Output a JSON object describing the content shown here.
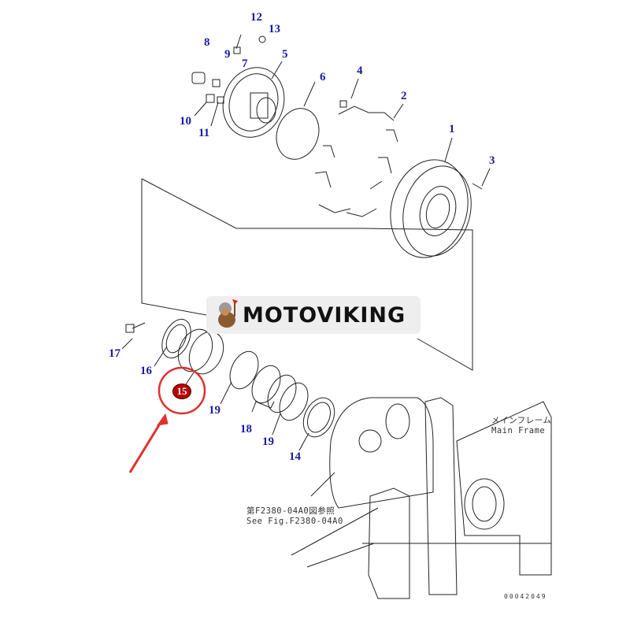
{
  "diagram": {
    "part_labels": [
      {
        "id": "12",
        "text": "12"
      },
      {
        "id": "13",
        "text": "13"
      },
      {
        "id": "8",
        "text": "8"
      },
      {
        "id": "9",
        "text": "9"
      },
      {
        "id": "7",
        "text": "7"
      },
      {
        "id": "5",
        "text": "5"
      },
      {
        "id": "6",
        "text": "6"
      },
      {
        "id": "4",
        "text": "4"
      },
      {
        "id": "2",
        "text": "2"
      },
      {
        "id": "1",
        "text": "1"
      },
      {
        "id": "3",
        "text": "3"
      },
      {
        "id": "10",
        "text": "10"
      },
      {
        "id": "11",
        "text": "11"
      },
      {
        "id": "17",
        "text": "17"
      },
      {
        "id": "16",
        "text": "16"
      },
      {
        "id": "19a",
        "text": "19"
      },
      {
        "id": "18",
        "text": "18"
      },
      {
        "id": "19b",
        "text": "19"
      },
      {
        "id": "14",
        "text": "14"
      }
    ],
    "highlighted_part": "15",
    "highlight_color": "#e03030",
    "label_color": "#1a1aa8",
    "main_frame_note": "メインフレーム\nMain Frame",
    "see_fig_note": "第F2380-04A0図参照\nSee Fig.F2380-04A0",
    "figure_code": "00042049"
  },
  "watermark": {
    "brand": "MOTOVIKING"
  }
}
